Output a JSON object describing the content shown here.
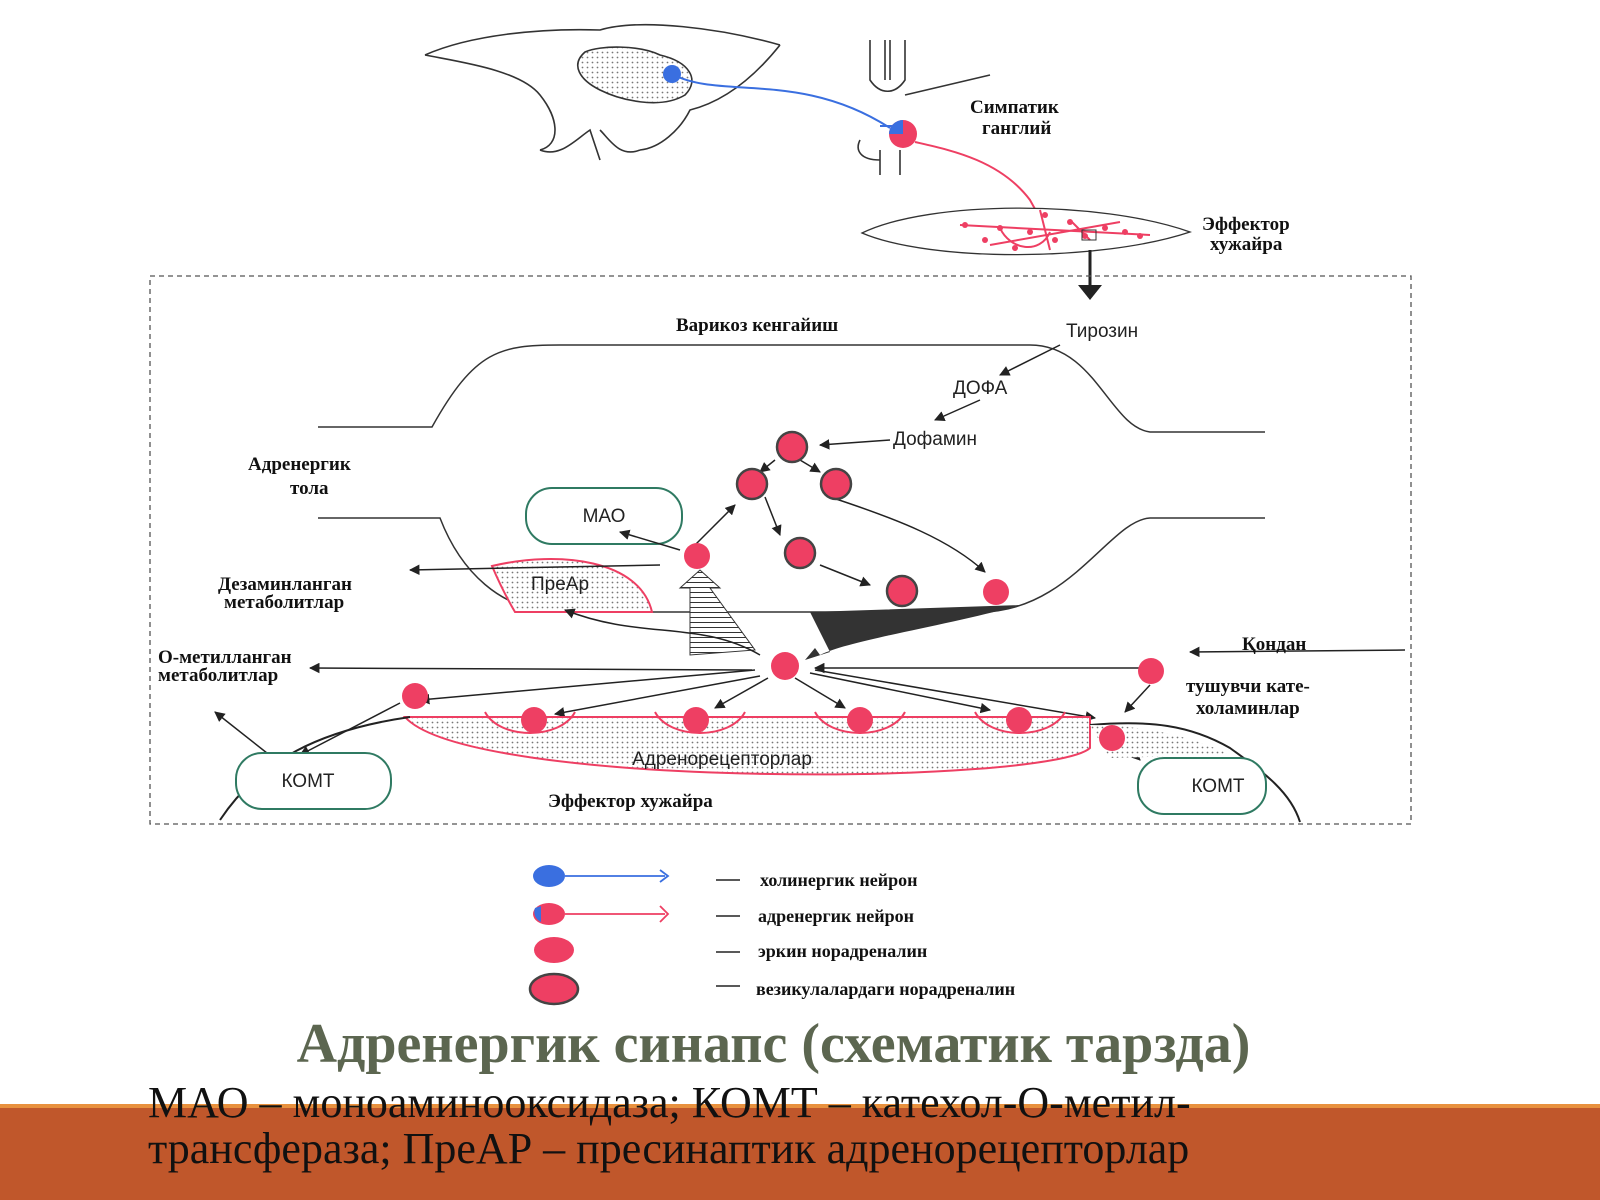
{
  "diagram": {
    "labels": {
      "sympathetic_ganglion": [
        "Симпатик",
        "ганглий"
      ],
      "effector_cell_top": [
        "Эффектор",
        "хужайра"
      ],
      "varicosity": "Варикоз кенгайиш",
      "tyrosine": "Тирозин",
      "dopa": "ДОФА",
      "dopamine": "Дофамин",
      "adrenergic_fiber": [
        "Адренергик",
        "тола"
      ],
      "mao": "МАО",
      "prear": "ПреАр",
      "deaminated": [
        "Дезаминланган",
        "метаболитлар"
      ],
      "o_methylated": [
        "О-метилланган",
        "метаболитлар"
      ],
      "from_blood": "Қондан",
      "incoming_catecholamines": [
        "тушувчи кате-",
        "холаминлар"
      ],
      "adrenoreceptors": "Адренорецепторлар",
      "komt_left": "КОМТ",
      "komt_right": "КОМТ",
      "effector_cell_bottom": "Эффектор хужайра"
    },
    "legend": [
      {
        "icon": "cholinergic-neuron-icon",
        "text": "холинергик нейрон"
      },
      {
        "icon": "adrenergic-neuron-icon",
        "text": "адренергик нейрон"
      },
      {
        "icon": "free-noradrenaline-icon",
        "text": "эркин норадреналин"
      },
      {
        "icon": "vesicle-noradrenaline-icon",
        "text": "везикулалардаги норадреналин"
      }
    ],
    "colors": {
      "noradrenaline": "#ee3f63",
      "cholinergic": "#3a6fe0",
      "enzyme_outline": "#2f7a62",
      "dark": "#222222"
    }
  },
  "title": "Адренергик синапс (схематик тарзда)",
  "caption": {
    "line1": "МАО – моноаминооксидаза; КОМТ – катехол-О-метил-",
    "line2": "трансфераза; ПреАР – пресинаптик адренорецепторлар"
  }
}
